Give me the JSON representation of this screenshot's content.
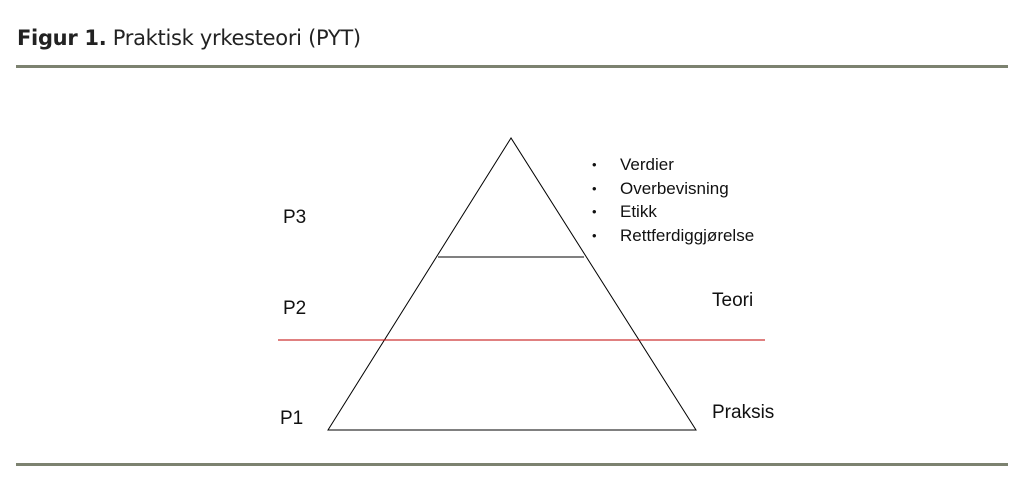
{
  "figure": {
    "label": "Figur 1.",
    "title": "Praktisk yrkesteori (PYT)"
  },
  "levels": {
    "p3": "P3",
    "p2": "P2",
    "p1": "P1"
  },
  "bullets": [
    "Verdier",
    "Overbevisning",
    "Etikk",
    "Rettferdiggjørelse"
  ],
  "right_labels": {
    "theory": "Teori",
    "practice": "Praksis"
  },
  "colors": {
    "rule": "#7c8270",
    "divider": "#c00000"
  }
}
